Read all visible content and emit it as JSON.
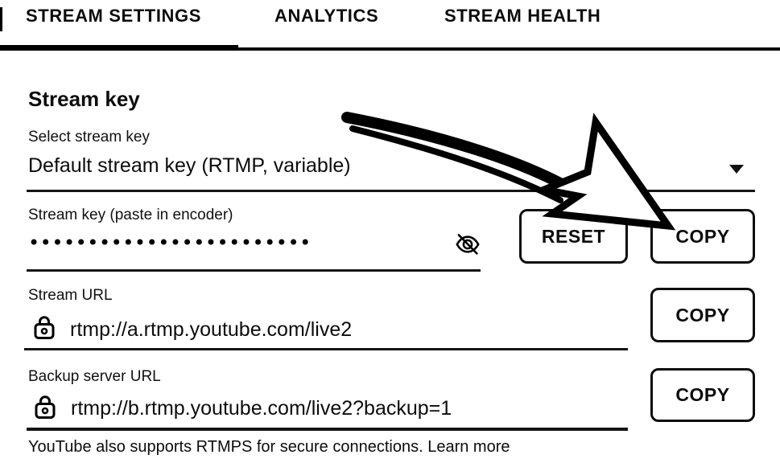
{
  "tabs": [
    {
      "label": "STREAM SETTINGS",
      "active": true
    },
    {
      "label": "ANALYTICS",
      "active": false
    },
    {
      "label": "STREAM HEALTH",
      "active": false
    }
  ],
  "stream_key_section": {
    "heading": "Stream key",
    "select_label": "Select stream key",
    "select_value": "Default stream key (RTMP, variable)",
    "key_label": "Stream key (paste in encoder)",
    "key_masked_value": "••••••••••••••••••••••••",
    "reset_button": "RESET",
    "copy_button": "COPY"
  },
  "stream_url_section": {
    "label": "Stream URL",
    "value": "rtmp://a.rtmp.youtube.com/live2",
    "copy_button": "COPY"
  },
  "backup_url_section": {
    "label": "Backup server URL",
    "value": "rtmp://b.rtmp.youtube.com/live2?backup=1",
    "copy_button": "COPY"
  },
  "footer": {
    "text": "YouTube also supports RTMPS for secure connections.",
    "link_label": "Learn more"
  },
  "icons": {
    "dropdown": "caret-down",
    "visibility": "eye-off",
    "lock": "padlock",
    "annotation": "hand-drawn arrow pointing at stream-key COPY button"
  },
  "colors": {
    "background": "#ffffff",
    "text": "#0c0c0c",
    "divider": "#151515",
    "button_border": "#0d0d0d"
  }
}
